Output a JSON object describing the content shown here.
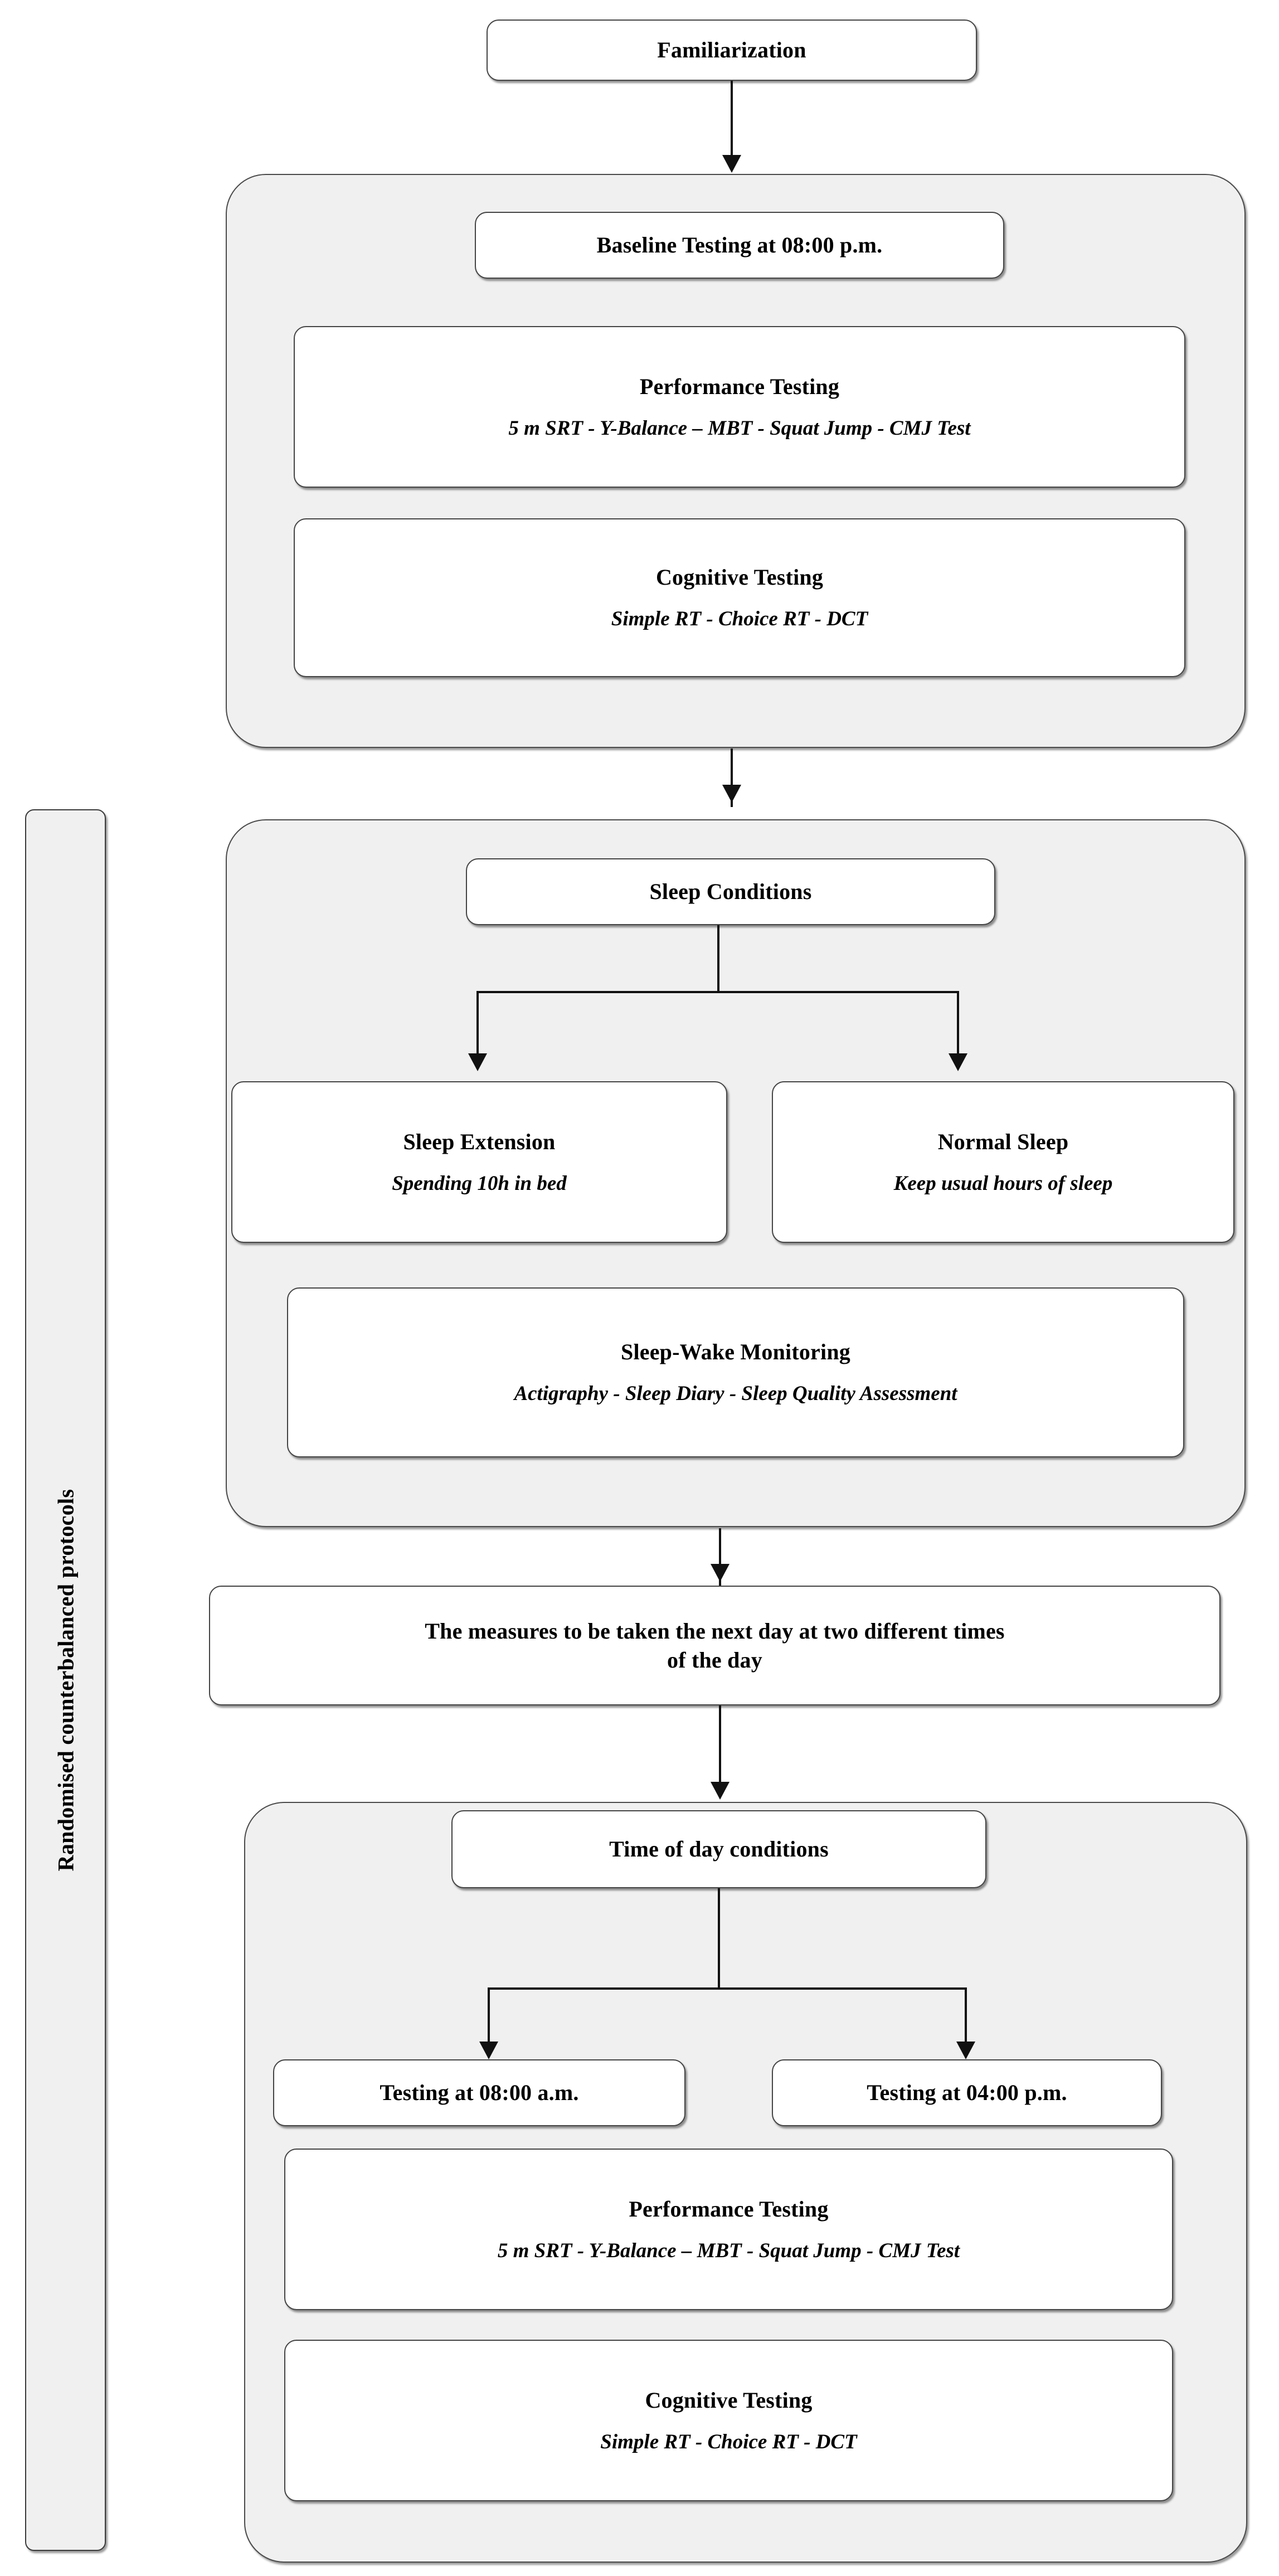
{
  "diagram": {
    "title": "Experimental protocol flowchart",
    "colors": {
      "panel_fill": "#f0f0f0",
      "node_fill": "#ffffff",
      "border": "#444444",
      "connector": "#111111"
    }
  },
  "side_label": {
    "text": "Randomised counterbalanced protocols"
  },
  "start": {
    "label": "Familiarization"
  },
  "baseline_panel": {
    "header": "Baseline Testing at 08:00 p.m.",
    "performance": {
      "title": "Performance Testing",
      "sub": "5 m SRT - Y-Balance – MBT - Squat Jump - CMJ Test"
    },
    "cognitive": {
      "title": "Cognitive Testing",
      "sub": "Simple RT - Choice RT - DCT"
    }
  },
  "sleep_panel": {
    "header": "Sleep Conditions",
    "branches": [
      {
        "title": "Sleep Extension",
        "sub": "Spending 10h in bed"
      },
      {
        "title": "Normal Sleep",
        "sub": "Keep usual hours of sleep"
      }
    ],
    "monitoring": {
      "title": "Sleep-Wake Monitoring",
      "sub": "Actigraphy - Sleep Diary - Sleep Quality Assessment"
    }
  },
  "next_day": {
    "line1": "The measures to be taken the next day at two different times",
    "line2": "of the day"
  },
  "time_of_day_panel": {
    "header": "Time of day conditions",
    "branches": [
      {
        "title": "Testing at 08:00 a.m."
      },
      {
        "title": "Testing at 04:00 p.m."
      }
    ],
    "performance": {
      "title": "Performance Testing",
      "sub": "5 m SRT - Y-Balance – MBT - Squat Jump - CMJ Test"
    },
    "cognitive": {
      "title": "Cognitive Testing",
      "sub": "Simple RT - Choice RT - DCT"
    }
  }
}
